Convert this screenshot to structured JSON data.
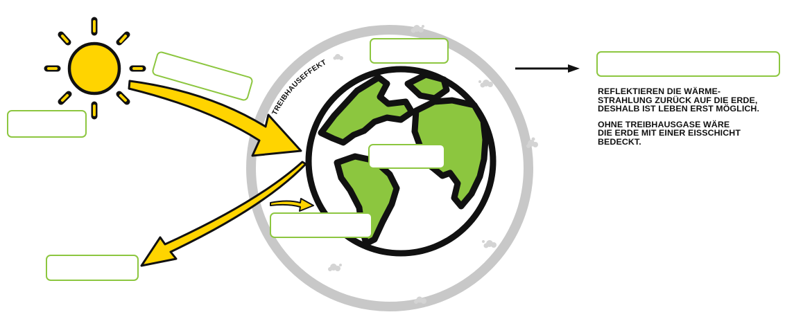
{
  "diagram": {
    "ring_label": "TREIBHAUSEFFEKT",
    "explanation": [
      "REFLEKTIEREN DIE WÄRME-\nSTRAHLUNG ZURÜCK AUF DIE ERDE,\nDESHALB IST LEBEN ERST MÖGLICH.",
      "OHNE TREIBHAUSGASE WÄRE\nDIE ERDE MIT EINER EISSCHICHT\nBEDECKT."
    ],
    "answer_boxes": {
      "sun": "",
      "sun_rays": "",
      "top": "",
      "greenhouse_gases": "",
      "center": "",
      "low": "",
      "bottom": ""
    }
  },
  "colors": {
    "sun": "#ffd400",
    "arrow_fill": "#ffd400",
    "outline": "#111111",
    "land": "#8cc63f",
    "ring": "#c8c8c8",
    "box_border": "#8cc63f"
  }
}
